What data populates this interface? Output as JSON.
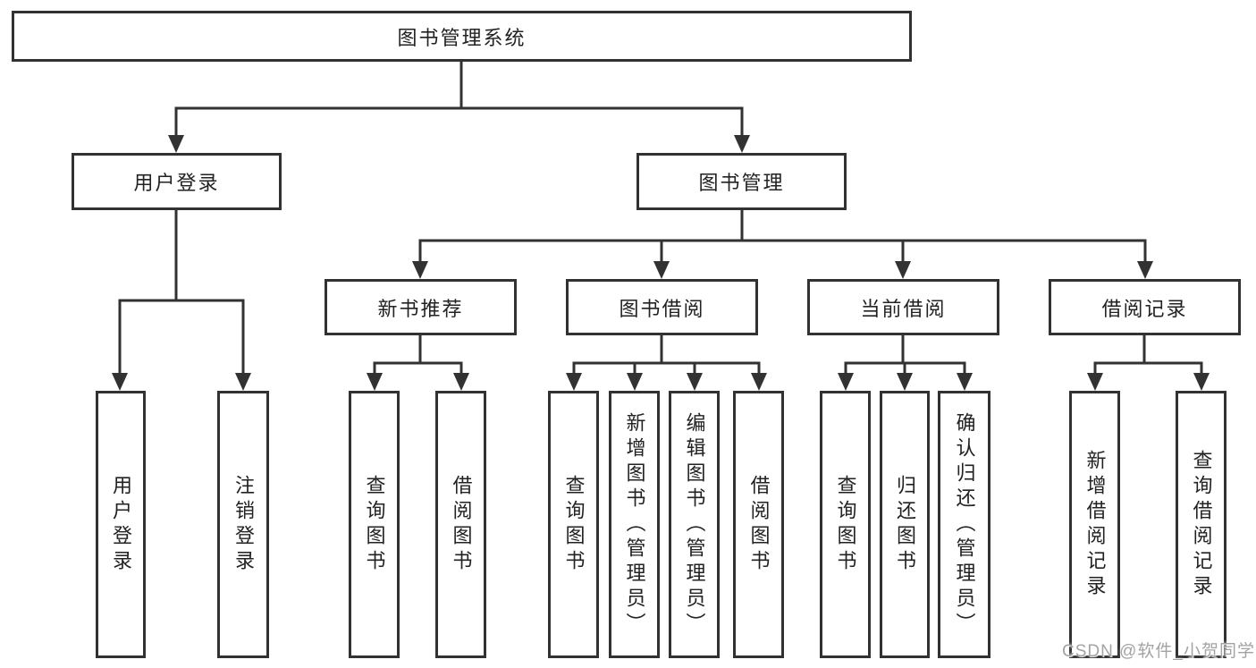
{
  "diagram": {
    "root": {
      "label": "图书管理系统"
    },
    "level2": [
      {
        "label": "用户登录"
      },
      {
        "label": "图书管理"
      }
    ],
    "level3": [
      {
        "label": "新书推荐"
      },
      {
        "label": "图书借阅"
      },
      {
        "label": "当前借阅"
      },
      {
        "label": "借阅记录"
      }
    ],
    "level4": [
      {
        "label": "用户登录"
      },
      {
        "label": "注销登录"
      },
      {
        "label": "查询图书"
      },
      {
        "label": "借阅图书"
      },
      {
        "label": "查询图书"
      },
      {
        "label": "新增图书（管理员）"
      },
      {
        "label": "编辑图书（管理员）"
      },
      {
        "label": "借阅图书"
      },
      {
        "label": "查询图书"
      },
      {
        "label": "归还图书"
      },
      {
        "label": "确认归还（管理员）"
      },
      {
        "label": "新增借阅记录"
      },
      {
        "label": "查询借阅记录"
      }
    ],
    "colors": {
      "line": "#323232",
      "text": "#222222",
      "background": "#ffffff"
    }
  },
  "watermark": {
    "text": "CSDN @软件_小贺同学",
    "color": "#a3a3a3"
  }
}
